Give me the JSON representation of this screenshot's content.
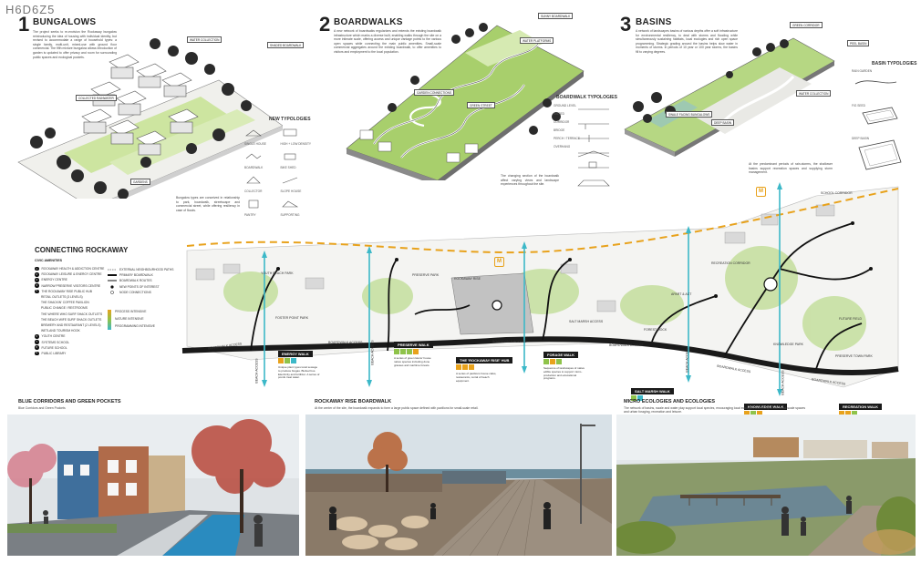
{
  "sheet_code": "H6D6Z5",
  "sections": {
    "bungalows": {
      "num": "1",
      "title": "BUNGALOWS",
      "text": "The project seeks to re-envision the Rockaway bungalow reintroducing the idea of housing with individual identity, but revised to accommodate a range of household types: a single family, multi-unit, mixed-use with ground floor commercial. The fifth mixture bungalow allows introduction of garden is updated to offer privacy and room for surrounding public spaces and ecological pockets.",
      "callouts": [
        "WATER COLLECTION",
        "SHADED BOARDWALK",
        "COLLECTED RAINWATER",
        "GARDENS"
      ],
      "typologies_title": "NEW TYPOLOGIES",
      "typologies": [
        "SINGLE HOUSE",
        "HIGH + LOW DENSITY",
        "BOARDWALK",
        "BIKE SHED",
        "COLLECTOR",
        "SLOPE HOUSE",
        "PANTRY",
        "SUPPORTING"
      ],
      "footnote": "Bungalow types are conceived in relationship to park, boardwalk, streetscape and commercial street, while offering resiliency in case of floods."
    },
    "boardwalks": {
      "num": "2",
      "title": "BOARDWALKS",
      "text": "A new network of boardwalks regularizes and extends the existing boardwalk infrastructure which marks a diverse built, enabling walks through the site on a more intimate scale, offering access and unique vantage points to the various open spaces while connecting the main public amenities. Small-scale commercial aggregates around the existing boardwalk, to offer amenities to visitors and employment to the local population.",
      "callouts": [
        "SUNNY BOARDWALK",
        "WATER PLATFORMS",
        "GARDEN CONNECTIONS",
        "GREEN STREET"
      ],
      "typologies_title": "BOARDWALK TYPOLOGIES",
      "typologies": [
        "GROUND LEVEL",
        "RAISED",
        "CORRIDOR",
        "BRIDGE",
        "PERCH / TERRACE",
        "OVERHANG"
      ],
      "footnote": "The changing section of the boardwalk affect varying views and landscape experiences throughout the site."
    },
    "basins": {
      "num": "3",
      "title": "BASINS",
      "text": "A network of landscapes basins of various depths offer a soft infrastructure for environmental resiliency, to deal with storms and flooding while simultaneously sustaining habitats, local ecologies and rich open space programming. Strategic grading around the basins helps slow water in moments of storms. In periods of 10 year or 100 year storms, the basins fill to varying degrees.",
      "callouts": [
        "GREEN CORRIDOR",
        "PEEL BASIN",
        "WATER COLLECTION",
        "SWALE FACING BUNGALOWS",
        "DEEP BASIN"
      ],
      "typologies_title": "BASIN TYPOLOGIES",
      "typologies": [
        "RAIN GARDEN",
        "FIG SEED",
        "DEEP BASIN"
      ],
      "footnote": "At the predominant periods of rain-storms, the shallower basins support recreation spaces and supplying storm management."
    }
  },
  "map": {
    "title": "CONNECTING ROCKAWAY",
    "legend_head": "CIVIC AMENITIES",
    "civic": [
      "ROCKAWAY HEALTH & ADDICTION CENTRE",
      "ROCKAWAY LEISURE & ENERGY CENTRE",
      "ENERGY CENTRE",
      "NARROW PRESERVE VISITORS CENTRE",
      "THE ROCKAWAY RISE PUBLIC HUB",
      "RETAIL OUTLETS (3 LEVELS)",
      "THE SHACKIN' COFFEE PAVILION",
      "PUBLIC CHANGE / RESTROOMS",
      "THE WHERE WHO SURF SHACK OUTLETS",
      "THE BEACH WIFE SURF SHACK OUTLETS",
      "BREWERY AND RESTAURANT (2 LEVELS)",
      "WETLAND TOURISM HOOK",
      "YOUTH CENTRE",
      "SYSTEMS SCHOOL",
      "FUTURE SCHOOL",
      "PUBLIC LIBRARY"
    ],
    "path_legend": [
      "EXTERNAL NEIGHBOURHOOD PATHS",
      "PRIMARY BOARDWALK",
      "BOARDWALK ROUTES",
      "NEW POINTS OF INTEREST",
      "NODE CONNECTIONS"
    ],
    "gradient_labels": [
      "PROCESS INTENSIVE",
      "NATURE INTENSIVE",
      "PROGRAMMING INTENSIVE"
    ],
    "labels": [
      "BOARDWALK ACCESS",
      "BOARDWALK ACCESS",
      "BOARDWALK ACCESS",
      "BOARDWALK ACCESS",
      "BOARDWALK ACCESS",
      "BOARDWALK ACCESS",
      "BEACH ACCESS",
      "BEACH ACCESS",
      "BEACH ACCESS",
      "BEACH ACCESS",
      "SCHOOL CORRIDOR",
      "RECREATION CORRIDOR",
      "YOUTH BEACH PARK",
      "FOSTER POINT PARK",
      "PRESERVE PARK",
      "ROCKAWAY RISE",
      "SALT MARSH ACCESS",
      "FOREST DOCK",
      "KNOWLEDGE PARK",
      "FUTURE FIELD",
      "PRESERVE TOWN PARK",
      "APART & ACT"
    ],
    "walks": [
      {
        "name": "ENERGY WALK",
        "desc": "Unique plant types local sewage to produce biogas. Biofuel bus. Electricity and fertilizer. A series of ponds treat water."
      },
      {
        "name": "PRESERVE WALK",
        "desc": "A series of green lawns' house native species including dune grasses and maritime forests."
      },
      {
        "name": "THE 'ROCKAWAY RISE' HUB",
        "desc": "A series of pavilions house cafes, restaurants, rental of beach equipment."
      },
      {
        "name": "FORAGE WALK",
        "desc": "Sequence of landscapes of native edible species to support micro-production and educational programs."
      },
      {
        "name": "SALT MARSH WALK",
        "desc": ""
      },
      {
        "name": "KNOWLEDGE WALK",
        "desc": "Connects meeting and future school, proposed library and youth centre to each other and to a set of landscape pockets."
      },
      {
        "name": "RECREATION WALK",
        "desc": ""
      }
    ]
  },
  "photos": [
    {
      "title": "BLUE CORRIDORS AND GREEN POCKETS",
      "sub": "Blue Corridors and Green Pockets"
    },
    {
      "title": "ROCKAWAY RISE BOARDWALK",
      "sub": "At the center of the site, the boardwalk expands to form a large public space defined with pavilions for small-scale retail."
    },
    {
      "title": "MICRO ECOLOGIES AND ECOLOGIES",
      "sub": "The network of basins, swale and water play support local species, encouraging local ecologies and ecosystems, small-scale spaces and urban foraging, recreation and leisure."
    }
  ],
  "colors": {
    "accent_orange": "#e8a21c",
    "water_blue": "#3cb8c8",
    "green": "#8fc34a",
    "dark": "#111111"
  }
}
